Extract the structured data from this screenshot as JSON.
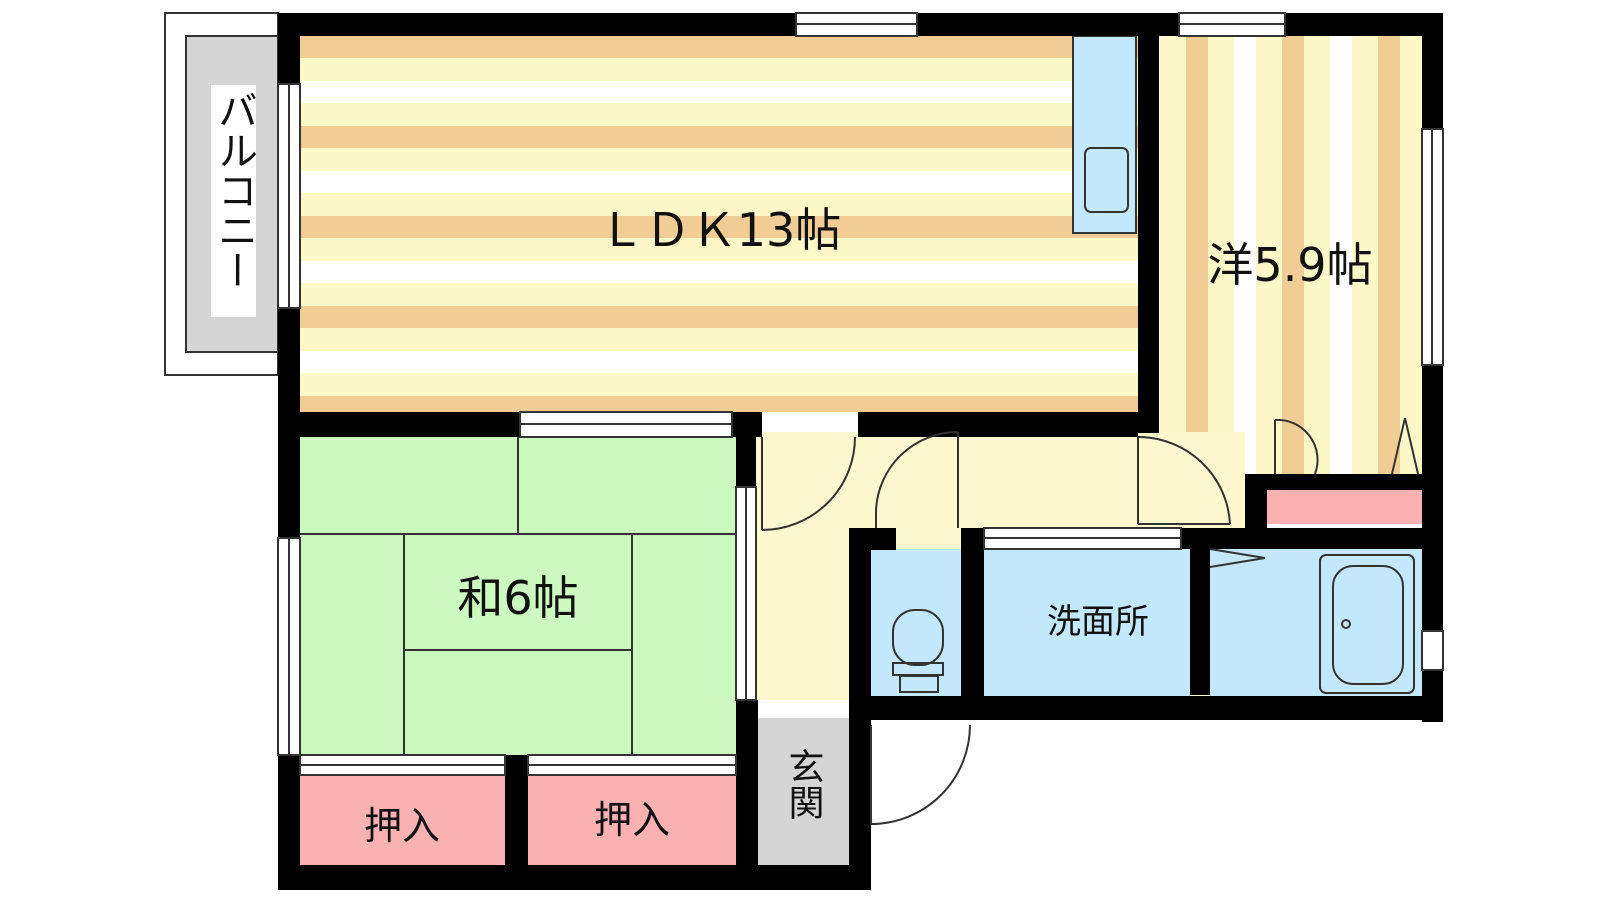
{
  "rooms": {
    "ldk": "ＬＤＫ13帖",
    "western": "洋5.9帖",
    "japanese": "和6帖",
    "balcony": "バルコニー",
    "washroom": "洗面所",
    "closet1": "押入",
    "closet2": "押入",
    "entrance": "玄関"
  },
  "colors": {
    "wall": "#000000",
    "wood_light": "#fdf8c8",
    "wood_stripe": "#f0cd94",
    "tatami": "#ccf9c0",
    "water": "#c4e8fb",
    "closet": "#f9b1b1",
    "balcony": "#d5d5d5",
    "hall": "#fdf8cf"
  }
}
